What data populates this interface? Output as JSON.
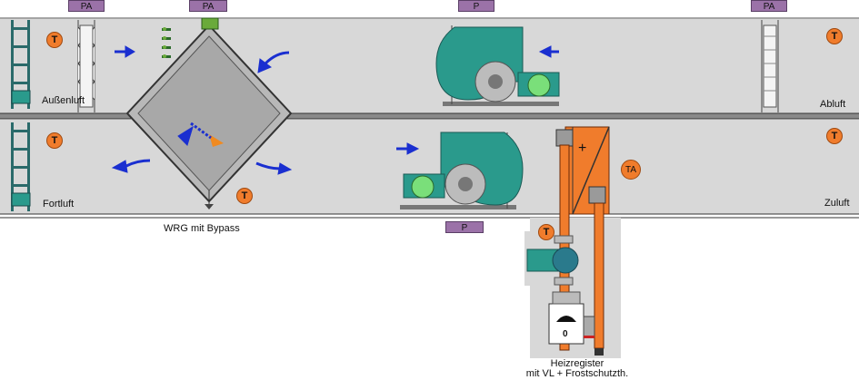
{
  "colors": {
    "duct_fill": "#d8d8d8",
    "duct_border": "#4a4a4a",
    "heater": "#f07c2c",
    "fan_teal": "#2a9a8c",
    "tag_purple": "#9b72a8",
    "sensor_orange": "#f07c2c",
    "arrow_blue": "#1a2fd0",
    "arrow_orange": "#f08a20"
  },
  "tags": {
    "pa_outdoor": "PA",
    "pa_wrg": "PA",
    "p_exhaust_fan": "P",
    "pa_exhaust": "PA",
    "p_supply_fan": "P"
  },
  "sensors": {
    "t_outdoor": "T",
    "t_exhaust": "T",
    "t_fortluft": "T",
    "t_wrg": "T",
    "t_supply": "T",
    "ta_heater": "TA",
    "t_heater_return": "T"
  },
  "labels": {
    "aussenluft": "Außenluft",
    "abluft": "Abluft",
    "fortluft": "Fortluft",
    "zuluft": "Zuluft",
    "wrg": "WRG mit Bypass",
    "heizregister_line1": "Heizregister",
    "heizregister_line2": "mit VL + Frostschutzth.",
    "heater_sign": "+",
    "valve_value": "0"
  },
  "icons": [
    "damper-icon",
    "filter-icon",
    "fan-icon",
    "motor-icon",
    "pump-icon",
    "valve-actuator-icon",
    "airflow-arrow-icon",
    "heat-recovery-icon"
  ]
}
